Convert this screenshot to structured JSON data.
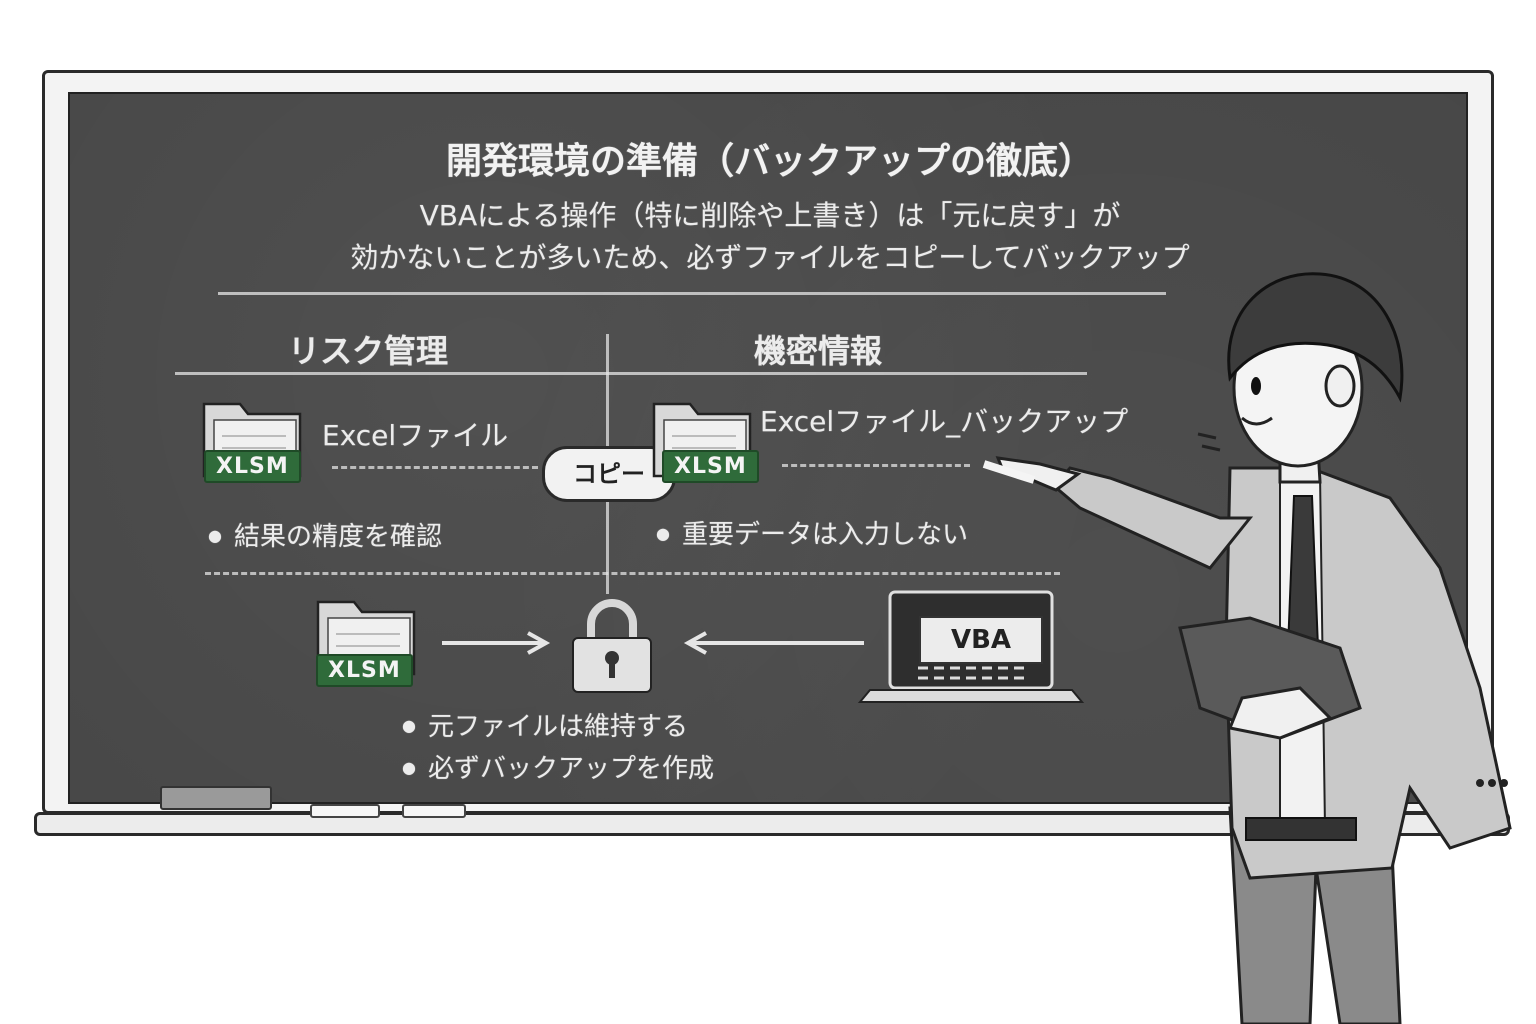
{
  "board": {
    "title": "開発環境の準備（バックアップの徹底）",
    "subtitle_line1": "VBAによる操作（特に削除や上書き）は「元に戻す」が",
    "subtitle_line2": "効かないことが多いため、必ずファイルをコピーしてバックアップ"
  },
  "left_section": {
    "heading": "リスク管理",
    "file_label": "Excelファイル",
    "file_badge": "XLSM",
    "bullet": "結果の精度を確認"
  },
  "right_section": {
    "heading": "機密情報",
    "file_label": "Excelファイル_バックアップ",
    "file_badge": "XLSM",
    "bullet": "重要データは入力しない"
  },
  "copy_pill": "コピー",
  "bottom_section": {
    "file_badge": "XLSM",
    "laptop_screen": "VBA",
    "bullets": [
      "元ファイルは維持する",
      "必ずバックアップを作成"
    ]
  },
  "icons": [
    "folder-icon",
    "lock-icon",
    "laptop-icon",
    "arrow-right-icon",
    "arrow-left-icon"
  ],
  "colors": {
    "board": "#474747",
    "badge_green": "#2f6b3a",
    "frame": "#f3f3f3"
  }
}
